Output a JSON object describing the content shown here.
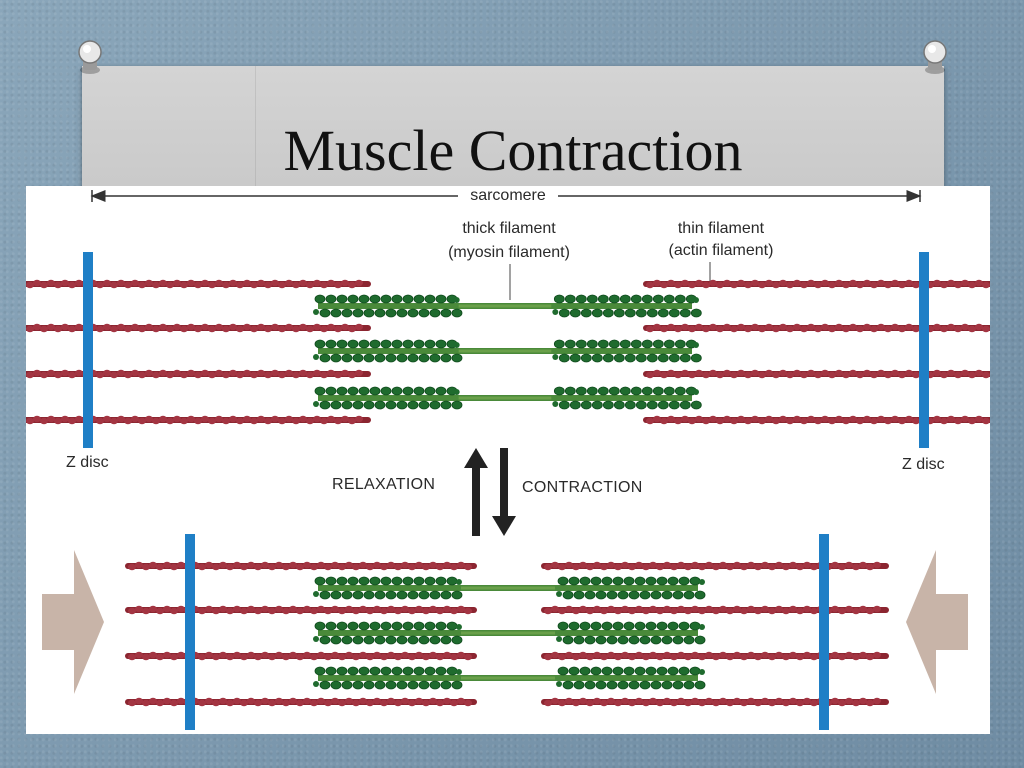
{
  "slide": {
    "title": "Muscle Contraction"
  },
  "figure": {
    "sarcomere_label": "sarcomere",
    "thick_filament_label": "thick filament",
    "thick_filament_sublabel": "(myosin filament)",
    "thin_filament_label": "thin filament",
    "thin_filament_sublabel": "(actin filament)",
    "z_disc_left_label": "Z disc",
    "z_disc_right_label": "Z disc",
    "relaxation_label": "RELAXATION",
    "contraction_label": "CONTRACTION"
  },
  "colors": {
    "z_disc": "#1f7fc6",
    "actin": "#8b2530",
    "myosin": "#1f6b2e",
    "arrow_push": "#c8b4a8",
    "background": "#7f9bb0",
    "paper": "#d0d0d0"
  },
  "icons": [
    "pushpin-icon",
    "up-arrow-icon",
    "down-arrow-icon",
    "push-right-arrow-icon",
    "push-left-arrow-icon"
  ]
}
